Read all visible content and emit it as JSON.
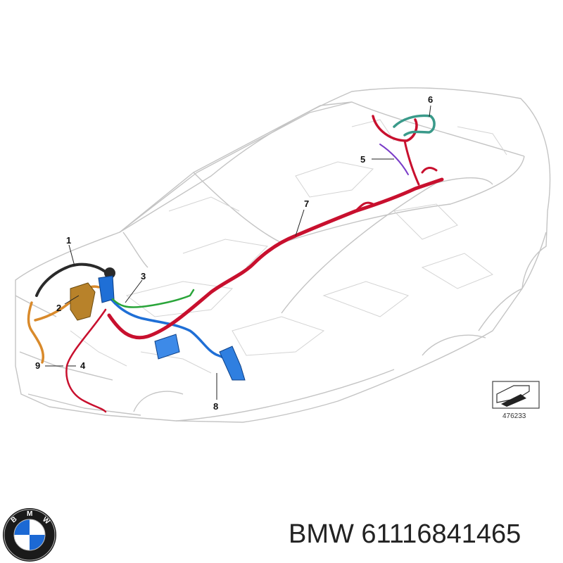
{
  "callouts": {
    "c1": "1",
    "c2": "2",
    "c3": "3",
    "c4": "4",
    "c5": "5",
    "c6": "6",
    "c7": "7",
    "c8": "8",
    "c9": "9"
  },
  "diagram_ref": "476233",
  "caption": "BMW 61116841465",
  "logo": {
    "name": "bmw-roundel",
    "text": "BMW"
  },
  "colors": {
    "car_outline": "#c8c8c8",
    "harness_black": "#2a2a2a",
    "harness_orange": "#d98a2b",
    "harness_blue": "#1f6fd6",
    "harness_red": "#c8102e",
    "harness_green": "#2aa53a",
    "harness_purple": "#7a3cc8",
    "harness_teal": "#3a9a8a",
    "logo_blue": "#1c69d4",
    "logo_ring": "#1a1a1a"
  }
}
